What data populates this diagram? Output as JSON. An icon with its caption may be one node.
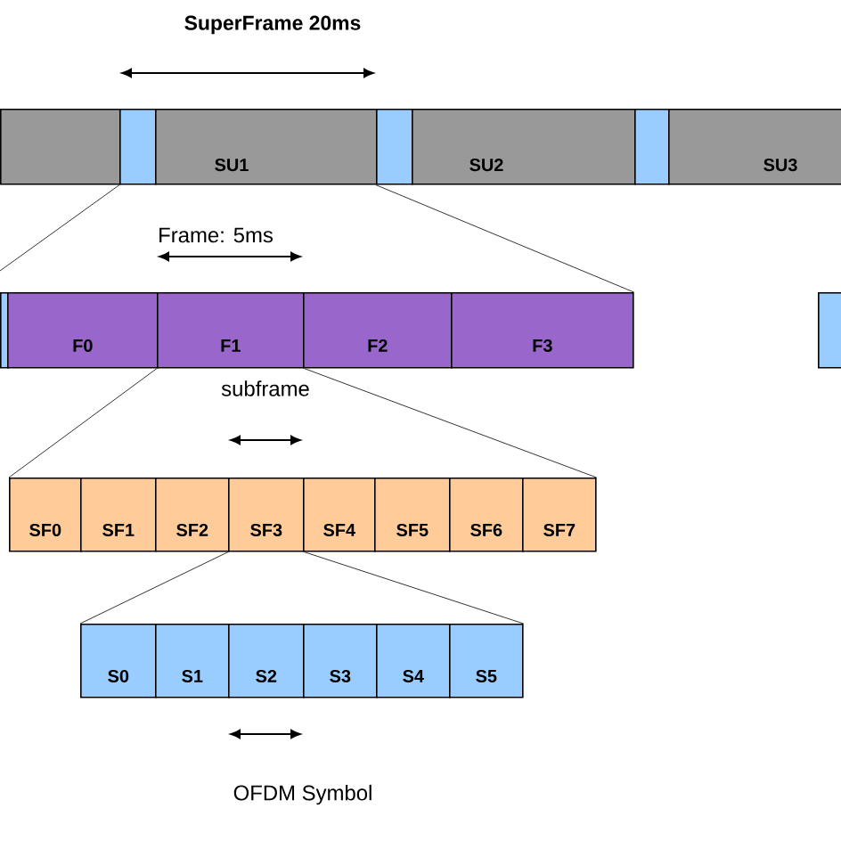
{
  "diagram": {
    "nodes": [
      {
        "text": [],
        "shape": "box"
      },
      {
        "text": [],
        "shape": "box"
      },
      {
        "text": [
          "SU1"
        ]
      },
      {
        "text": [],
        "shape": "box"
      },
      {
        "text": [
          "SU2"
        ]
      },
      {
        "text": [],
        "shape": "box"
      },
      {
        "text": [
          "SU3"
        ]
      },
      {
        "text": [],
        "shape": "box"
      },
      {
        "text": [
          "F0"
        ]
      },
      {
        "text": [
          "F1"
        ]
      },
      {
        "text": [
          "F2"
        ]
      },
      {
        "text": [
          "F3"
        ]
      },
      {
        "text": [],
        "shape": "box"
      },
      {
        "text": [
          "SF0"
        ]
      },
      {
        "text": [
          "SF1"
        ]
      },
      {
        "text": [
          "SF2"
        ]
      },
      {
        "text": [
          "SF3"
        ]
      },
      {
        "text": [
          "SF4"
        ]
      },
      {
        "text": [
          "SF5"
        ]
      },
      {
        "text": [
          "SF6"
        ]
      },
      {
        "text": [
          "SF7"
        ]
      },
      {
        "text": [
          "S0"
        ]
      },
      {
        "text": [
          "S1"
        ]
      },
      {
        "text": [
          "S2"
        ]
      },
      {
        "text": [
          "S3"
        ]
      },
      {
        "text": [
          "S4"
        ]
      },
      {
        "text": [
          "S5"
        ]
      }
    ],
    "edges": [
      {
        "from": 1,
        "to": null,
        "arrow": "none"
      },
      {
        "from": 3,
        "to": 11,
        "arrow": "none"
      },
      {
        "from": 9,
        "to": 13,
        "arrow": "none"
      },
      {
        "from": 9,
        "to": 20,
        "arrow": "none"
      },
      {
        "from": 16,
        "to": 21,
        "arrow": "none"
      },
      {
        "from": 16,
        "to": 26,
        "arrow": "none"
      }
    ],
    "labels": [
      "SuperFrame 20ms",
      "Frame: 5ms",
      "subframe",
      "OFDM Symbol"
    ]
  }
}
